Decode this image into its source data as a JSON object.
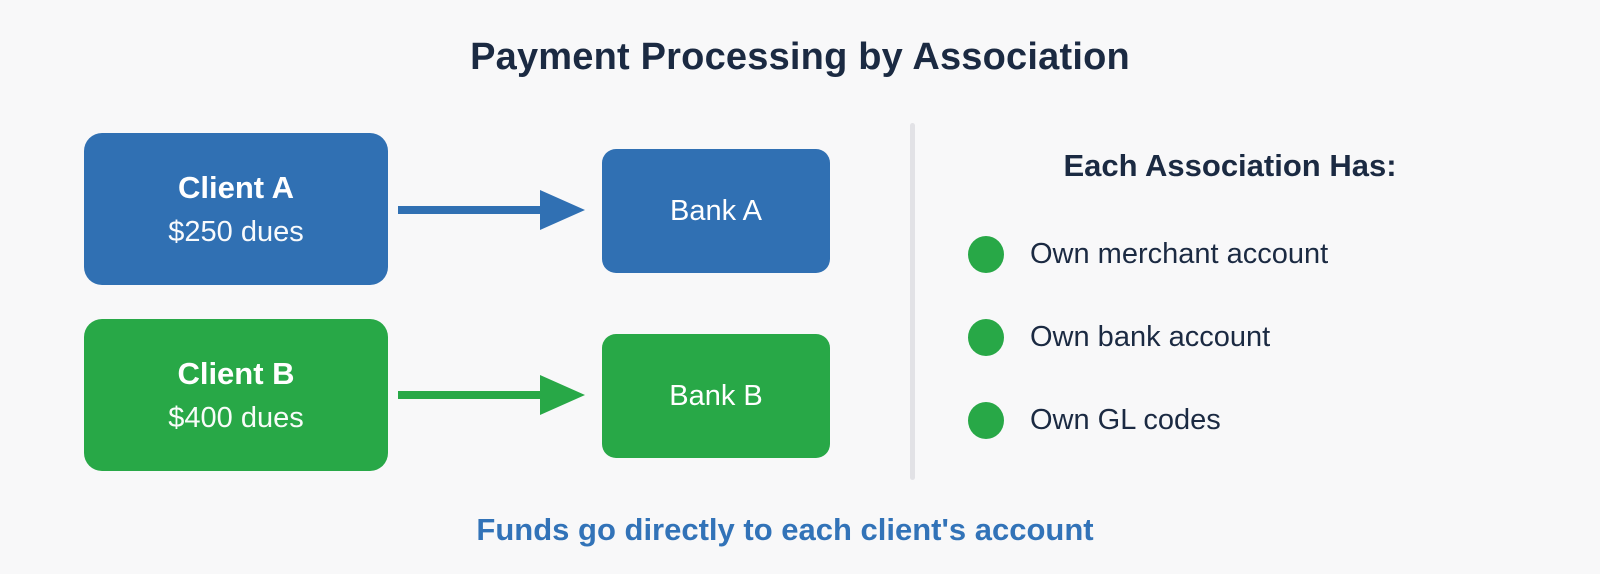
{
  "title": "Payment Processing by Association",
  "colors": {
    "background": "#f8f8f9",
    "blue": "#3070b3",
    "green": "#28a847",
    "dark_text": "#1b2a42",
    "footer_text": "#3273b8",
    "divider": "#e2e2e6"
  },
  "flows": [
    {
      "client_label": "Client A",
      "client_sub": "$250 dues",
      "bank_label": "Bank A",
      "color": "#3070b3"
    },
    {
      "client_label": "Client B",
      "client_sub": "$400 dues",
      "bank_label": "Bank B",
      "color": "#28a847"
    }
  ],
  "right_panel": {
    "heading": "Each Association Has:",
    "bullet_icon": "green-dot",
    "items": [
      {
        "label": "Own merchant account"
      },
      {
        "label": "Own bank account"
      },
      {
        "label": "Own GL codes"
      }
    ]
  },
  "footer": "Funds go directly to each client's account"
}
